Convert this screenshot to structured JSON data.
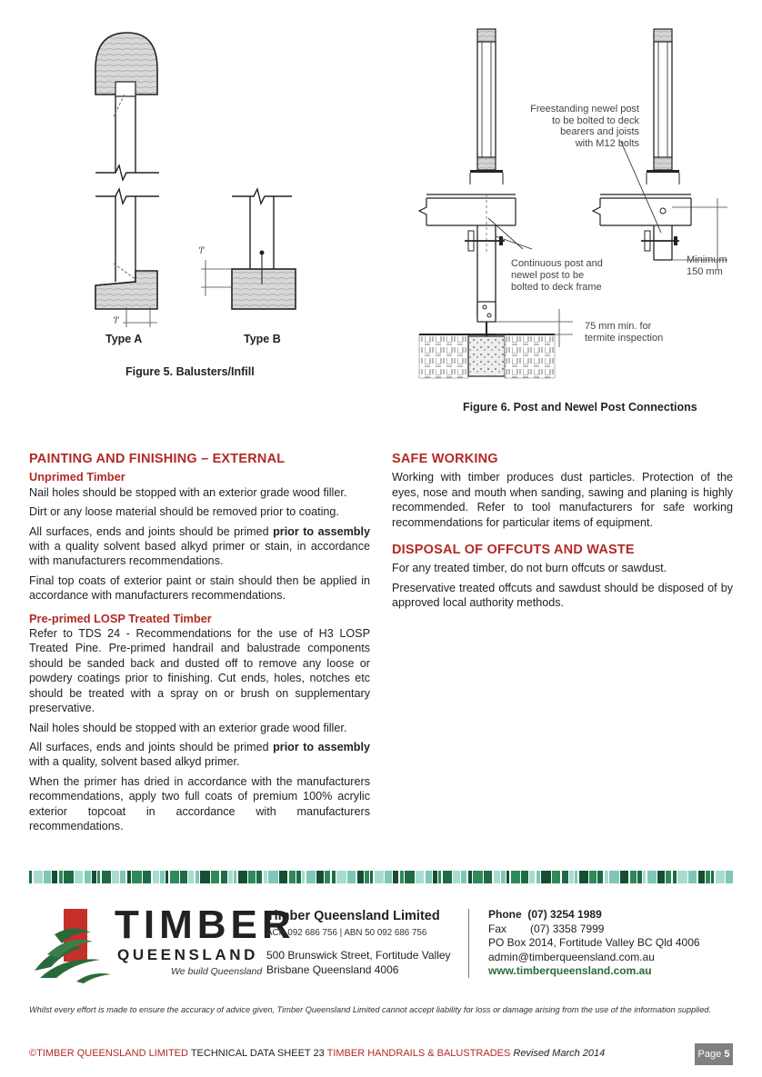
{
  "figures": {
    "fig5": {
      "caption": "Figure 5. Balusters/Infill",
      "type_a": "Type A",
      "type_b": "Type B",
      "l_label": "'l'"
    },
    "fig6": {
      "caption": "Figure 6. Post and Newel Post Connections",
      "freestanding": [
        "Freestanding newel post",
        "to be bolted to deck",
        "bearers and joists",
        "with M12 bolts"
      ],
      "continuous": [
        "Continuous post and",
        "newel post to be",
        "bolted to deck frame"
      ],
      "minimum": [
        "Minimum",
        "150 mm"
      ],
      "termite": [
        "75 mm min. for",
        "termite inspection"
      ]
    }
  },
  "painting": {
    "heading": "PAINTING AND FINISHING – EXTERNAL",
    "unprimed": {
      "subheading": "Unprimed Timber",
      "p1": "Nail holes should be stopped with an exterior grade wood filler.",
      "p2": "Dirt or any loose material should be removed prior to coating.",
      "p3_a": "All surfaces, ends and joints should be primed ",
      "p3_b": "prior to assembly",
      "p3_c": " with a quality solvent based alkyd primer or stain, in accordance with manufacturers recommendations.",
      "p4": "Final top coats of exterior paint or stain should then be applied in accordance with manufacturers recommendations."
    },
    "preprimed": {
      "subheading": "Pre-primed LOSP Treated Timber",
      "p1": "Refer to TDS 24 - Recommendations for the use of H3 LOSP Treated Pine. Pre-primed handrail and balustrade components should be sanded back and dusted off to remove any loose or powdery coatings prior to finishing. Cut ends, holes, notches etc should be treated with a spray on or brush on supplementary preservative.",
      "p2": "Nail holes should be stopped with an exterior grade wood filler.",
      "p3_a": "All surfaces, ends and joints should be primed ",
      "p3_b": "prior to assembly",
      "p3_c": " with a quality, solvent based alkyd primer.",
      "p4": "When the primer has dried in accordance with the manufacturers recommendations, apply two full coats of premium 100% acrylic exterior topcoat in accordance with manufacturers recommendations."
    }
  },
  "safe": {
    "heading": "SAFE WORKING",
    "p1": "Working with timber produces dust particles. Protection of the eyes, nose and mouth when sanding, sawing and planing is highly recommended. Refer to tool manufacturers for safe working recommendations for particular items of equipment."
  },
  "disposal": {
    "heading": "DISPOSAL OF OFFCUTS AND WASTE",
    "p1": "For any treated timber, do not burn offcuts or sawdust.",
    "p2": "Preservative treated offcuts and sawdust should be disposed of by approved local authority methods."
  },
  "footer": {
    "logo_line1": "TIMBER",
    "logo_line2": "QUEENSLAND",
    "logo_tagline": "We build Queensland",
    "company": "Timber Queensland Limited",
    "acn": "ACN 092 686 756 | ABN 50 092 686 756",
    "address1": "500 Brunswick Street, Fortitude Valley",
    "address2": "Brisbane Queensland 4006",
    "phone_label": "Phone",
    "phone": "(07) 3254 1989",
    "fax_label": "Fax",
    "fax": "(07) 3358 7999",
    "po": "PO Box 2014, Fortitude Valley BC Qld 4006",
    "email": "admin@timberqueensland.com.au",
    "web": "www.timberqueensland.com.au",
    "disclaimer": "Whilst every effort is made to ensure the accuracy of advice given, Timber Queensland Limited cannot accept liability for loss or damage arising from the use of the information supplied.",
    "bottom_red1": "©TIMBER QUEENSLAND LIMITED",
    "bottom_black1": " TECHNICAL DATA SHEET 23 ",
    "bottom_red2": "TIMBER HANDRAILS & BALUSTRADES",
    "bottom_date": " Revised March 2014",
    "page_label": "Page",
    "page_num": "5"
  },
  "colors": {
    "accent": "#b22a24",
    "green": "#2a6a3a",
    "stripe_green": "#1f6b45",
    "stripe_light": "#7ec6b8"
  }
}
